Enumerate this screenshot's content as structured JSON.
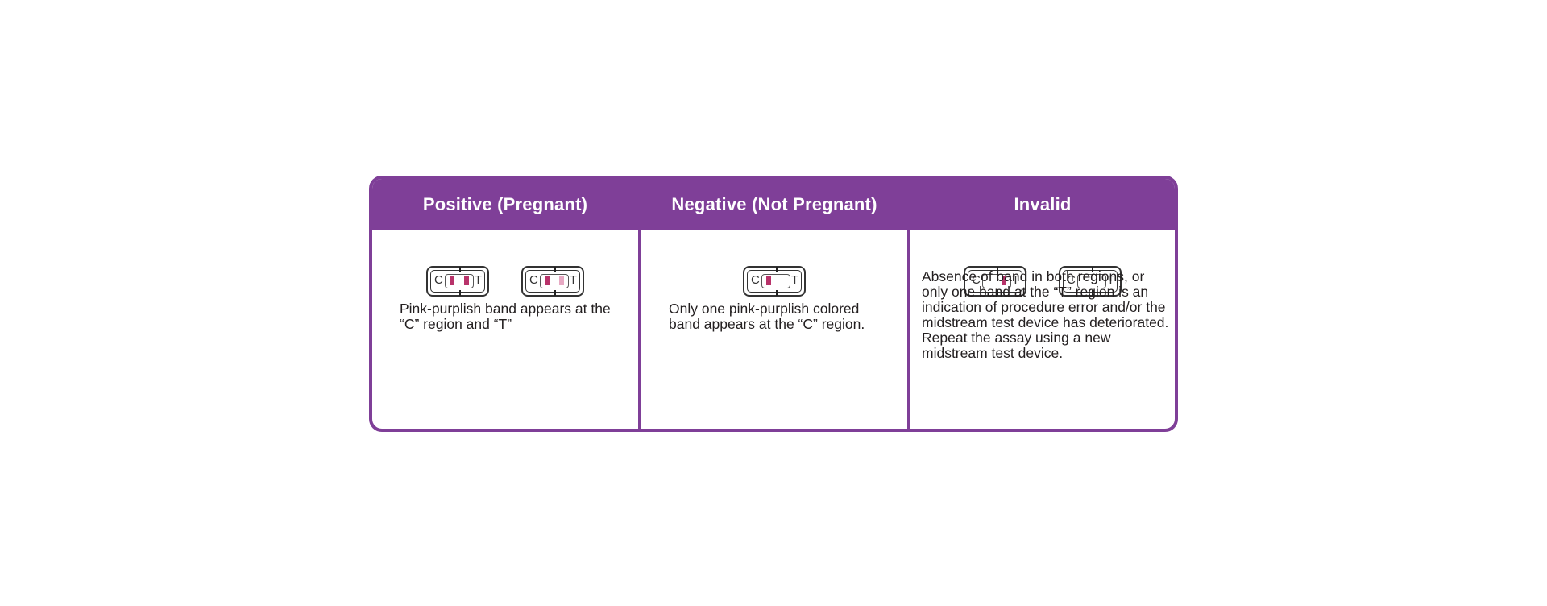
{
  "columns": [
    {
      "header": "Positive (Pregnant)",
      "description": "Pink-purplish band appears at the “C” region and “T”",
      "devices": [
        {
          "c_label": "C",
          "t_label": "T",
          "c_band": "strong",
          "t_band": "strong"
        },
        {
          "c_label": "C",
          "t_label": "T",
          "c_band": "strong",
          "t_band": "faint"
        }
      ]
    },
    {
      "header": "Negative (Not Pregnant)",
      "description": "Only one pink-purplish colored band appears at the “C” region.",
      "devices": [
        {
          "c_label": "C",
          "t_label": "T",
          "c_band": "strong",
          "t_band": "none"
        }
      ]
    },
    {
      "header": "Invalid",
      "description": "Absence of band in both regions, or only one band at the “T” region is an indication of procedure error and/or the midstream test device has deteriorated. Repeat the assay using a new midstream test device.",
      "devices": [
        {
          "c_label": "C",
          "t_label": "T",
          "c_band": "none",
          "t_band": "strong"
        },
        {
          "c_label": "C",
          "t_label": "T",
          "c_band": "none",
          "t_band": "none"
        }
      ]
    }
  ],
  "colors": {
    "header_bg": "#7f3f98",
    "band": "#b8336a",
    "band_faint": "#e7a9c3"
  }
}
